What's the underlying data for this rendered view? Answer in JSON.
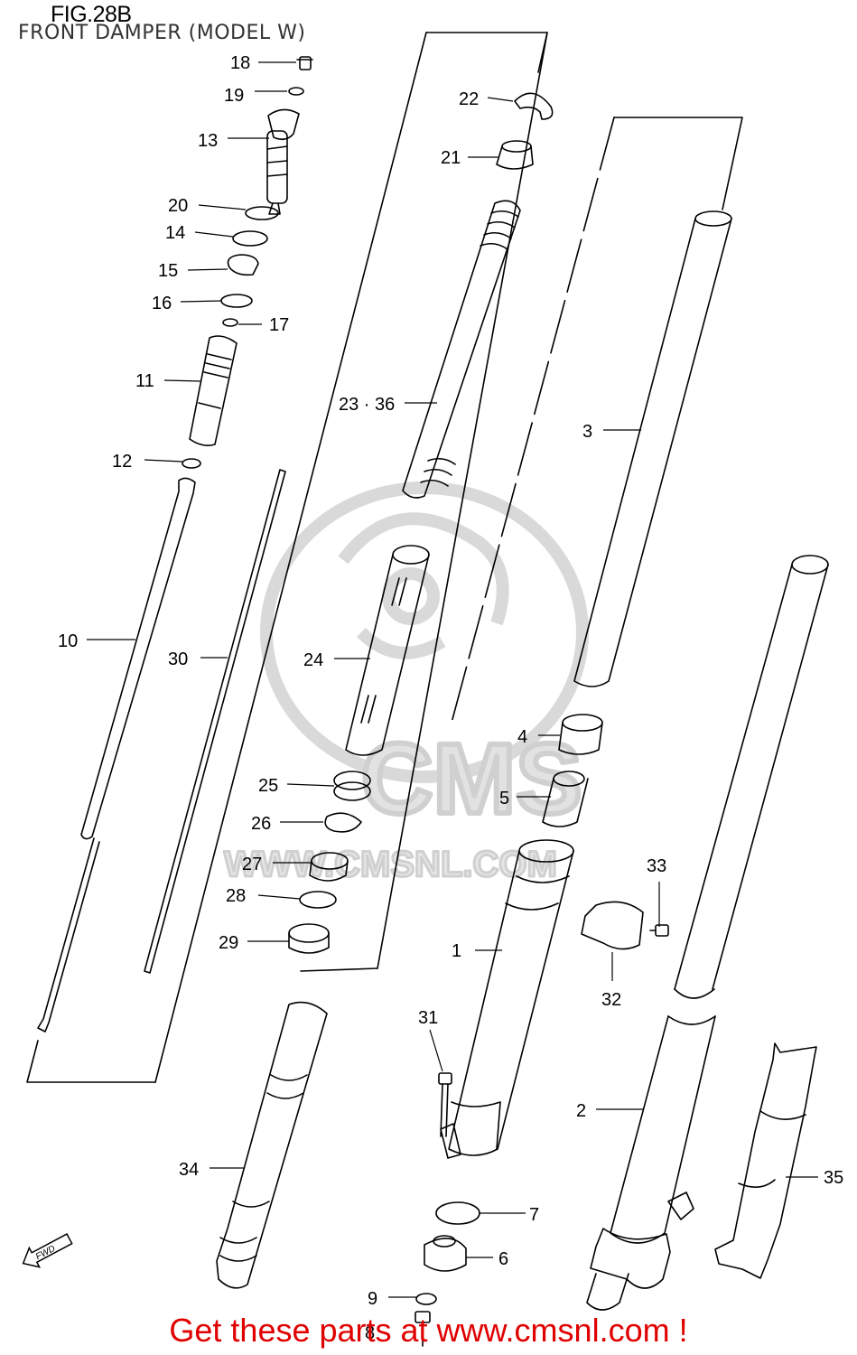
{
  "header": {
    "figure_number": "FIG.28B",
    "subtitle": "FRONT DAMPER (MODEL W)"
  },
  "watermark": {
    "logo_text": "CMS",
    "url_text": "WWW.CMSNL.COM",
    "color": "#d9d9d9"
  },
  "callouts": {
    "c1": "1",
    "c2": "2",
    "c3": "3",
    "c4": "4",
    "c5": "5",
    "c6": "6",
    "c7": "7",
    "c8": "8",
    "c9": "9",
    "c10": "10",
    "c11": "11",
    "c12": "12",
    "c13": "13",
    "c14": "14",
    "c15": "15",
    "c16": "16",
    "c17": "17",
    "c18": "18",
    "c19": "19",
    "c20": "20",
    "c21": "21",
    "c22": "22",
    "c23": "23 · 36",
    "c24": "24",
    "c25": "25",
    "c26": "26",
    "c27": "27",
    "c28": "28",
    "c29": "29",
    "c30": "30",
    "c31": "31",
    "c32": "32",
    "c33": "33",
    "c34": "34",
    "c35": "35"
  },
  "fwd_marker": "FWD",
  "footer": {
    "text": "Get these parts at www.cmsnl.com !",
    "color": "#e00000"
  }
}
